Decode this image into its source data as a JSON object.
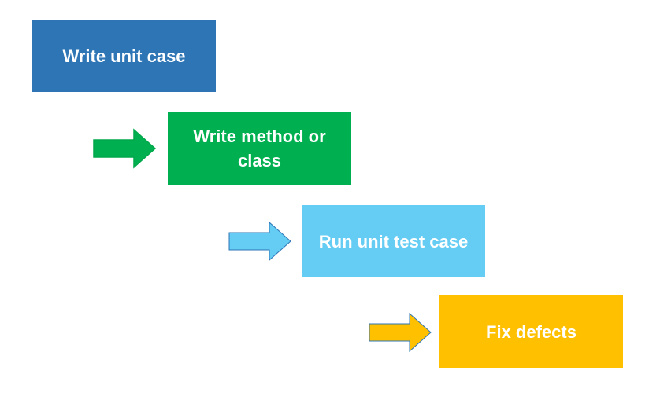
{
  "steps": [
    {
      "label": "Write unit case",
      "color": "#2E75B6"
    },
    {
      "label": "Write method or class",
      "color": "#00B050"
    },
    {
      "label": "Run unit test case",
      "color": "#65CCF3"
    },
    {
      "label": "Fix defects",
      "color": "#FFC000"
    }
  ],
  "arrows": [
    {
      "fill": "#00B050",
      "stroke": "#00A84B"
    },
    {
      "fill": "#65CCF3",
      "stroke": "#2E75B6"
    },
    {
      "fill": "#FFC000",
      "stroke": "#2E75B6"
    }
  ]
}
